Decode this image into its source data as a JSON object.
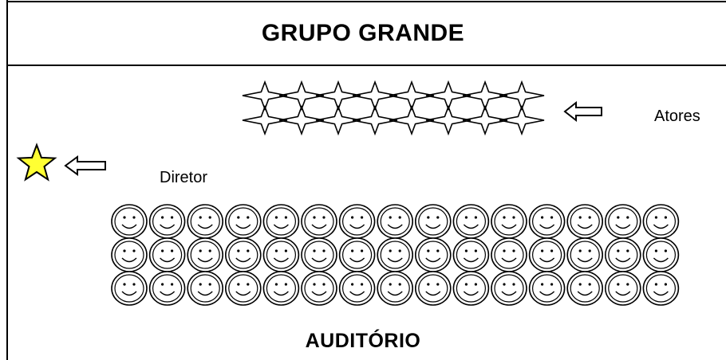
{
  "title": "GRUPO GRANDE",
  "actors_label": "Atores",
  "director_label": "Diretor",
  "audience_label": "AUDITÓRIO",
  "actors": {
    "rows": 2,
    "per_row": 8
  },
  "audience": {
    "rows": 3,
    "per_row": 15
  },
  "colors": {
    "line": "#000000",
    "star_fill": "#ffff33",
    "background": "#ffffff"
  },
  "icons": [
    "star-icon",
    "arrow-left-icon",
    "four-point-star-icon",
    "smiley-face-icon"
  ]
}
